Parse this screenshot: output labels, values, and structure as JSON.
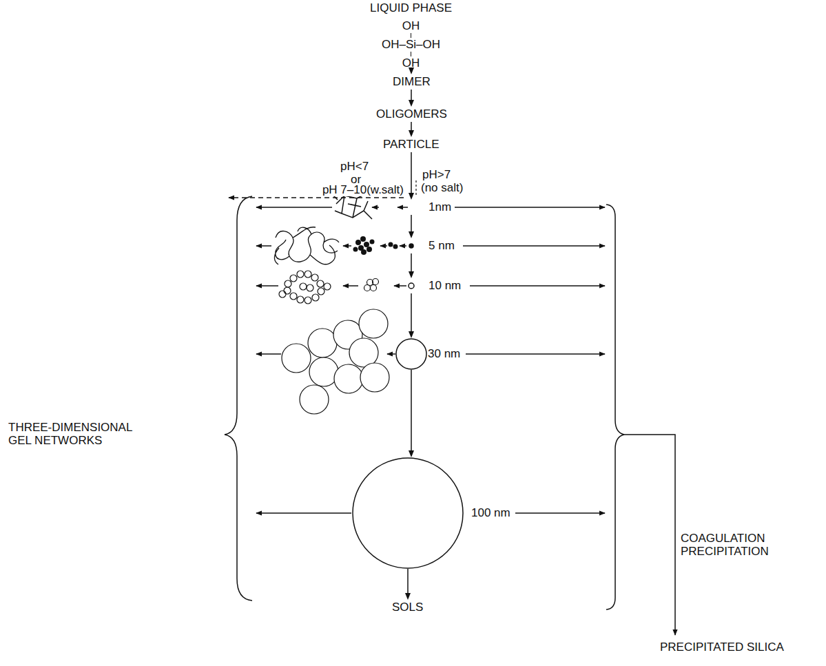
{
  "diagram": {
    "nodes": [
      {
        "text": [
          "LIQUID PHASE",
          "OH",
          "OH–Si–OH",
          "OH"
        ]
      },
      {
        "text": [
          "DIMER"
        ]
      },
      {
        "text": [
          "OLIGOMERS"
        ]
      },
      {
        "text": [
          "PARTICLE"
        ]
      },
      {
        "text": [
          "1nm"
        ]
      },
      {
        "text": [
          "5 nm"
        ]
      },
      {
        "text": [
          "10 nm"
        ]
      },
      {
        "text": [
          "30 nm"
        ]
      },
      {
        "text": [
          "100 nm"
        ]
      },
      {
        "text": [
          "SOLS"
        ]
      },
      {
        "text": [
          "PRECIPITATED SILICA"
        ]
      }
    ],
    "edges": [
      {
        "from": 0,
        "to": 1,
        "arrow": "to"
      },
      {
        "from": 1,
        "to": 2,
        "arrow": "to"
      },
      {
        "from": 2,
        "to": 3,
        "arrow": "to"
      },
      {
        "from": 3,
        "to": 4,
        "arrow": "to"
      },
      {
        "from": 4,
        "to": 5,
        "arrow": "to"
      },
      {
        "from": 5,
        "to": 6,
        "arrow": "to"
      },
      {
        "from": 6,
        "to": 7,
        "arrow": "to"
      },
      {
        "from": 7,
        "to": 8,
        "arrow": "to"
      },
      {
        "from": 8,
        "to": 9,
        "arrow": "to"
      }
    ],
    "labels": [
      "pH<7",
      "or",
      "pH 7–10(w.salt)",
      "pH>7",
      "(no salt)",
      "THREE-DIMENSIONAL GEL NETWORKS",
      "COAGULATION PRECIPITATION"
    ]
  }
}
